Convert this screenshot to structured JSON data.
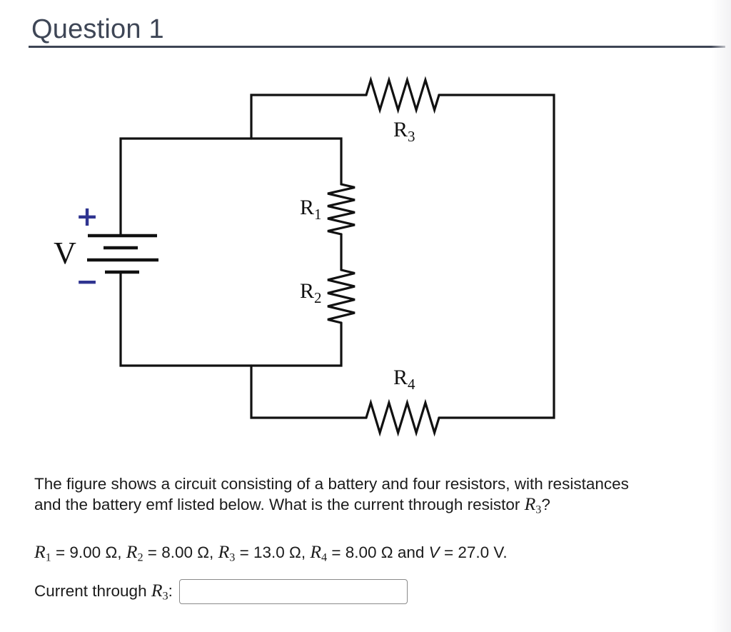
{
  "header": {
    "title": "Question 1"
  },
  "circuit": {
    "battery_label": "V",
    "plus_sign": "+",
    "minus_sign": "−",
    "resistor_labels": {
      "r1": {
        "base": "R",
        "sub": "1"
      },
      "r2": {
        "base": "R",
        "sub": "2"
      },
      "r3": {
        "base": "R",
        "sub": "3"
      },
      "r4": {
        "base": "R",
        "sub": "4"
      }
    }
  },
  "question": {
    "line1": "The figure shows a circuit consisting of a battery and four resistors, with resistances",
    "line2": "and the battery emf listed below. What is the current through resistor ",
    "math_base": "R",
    "math_sub": "3",
    "text_after": "?"
  },
  "given": {
    "r1": {
      "symbol": "R",
      "sub": "1",
      "value": " = 9.00 Ω, "
    },
    "r2": {
      "symbol": "R",
      "sub": "2",
      "value": " = 8.00 Ω, "
    },
    "r3": {
      "symbol": "R",
      "sub": "3",
      "value": " = 13.0 Ω, "
    },
    "r4": {
      "symbol": "R",
      "sub": "4",
      "value": " = 8.00 Ω and "
    },
    "v": {
      "symbol": "V",
      "value": " = 27.0 V."
    }
  },
  "answer": {
    "label_before": "Current through ",
    "math_base": "R",
    "math_sub": "3",
    "label_after": ":",
    "input_value": "",
    "input_placeholder": ""
  },
  "colors": {
    "heading_text": "#3e4656",
    "divider": "#3d4454",
    "wire": "#111111",
    "terminal_sign": "#2f3490",
    "body_text": "#1b1b1b",
    "input_border": "#8a8a8a"
  }
}
